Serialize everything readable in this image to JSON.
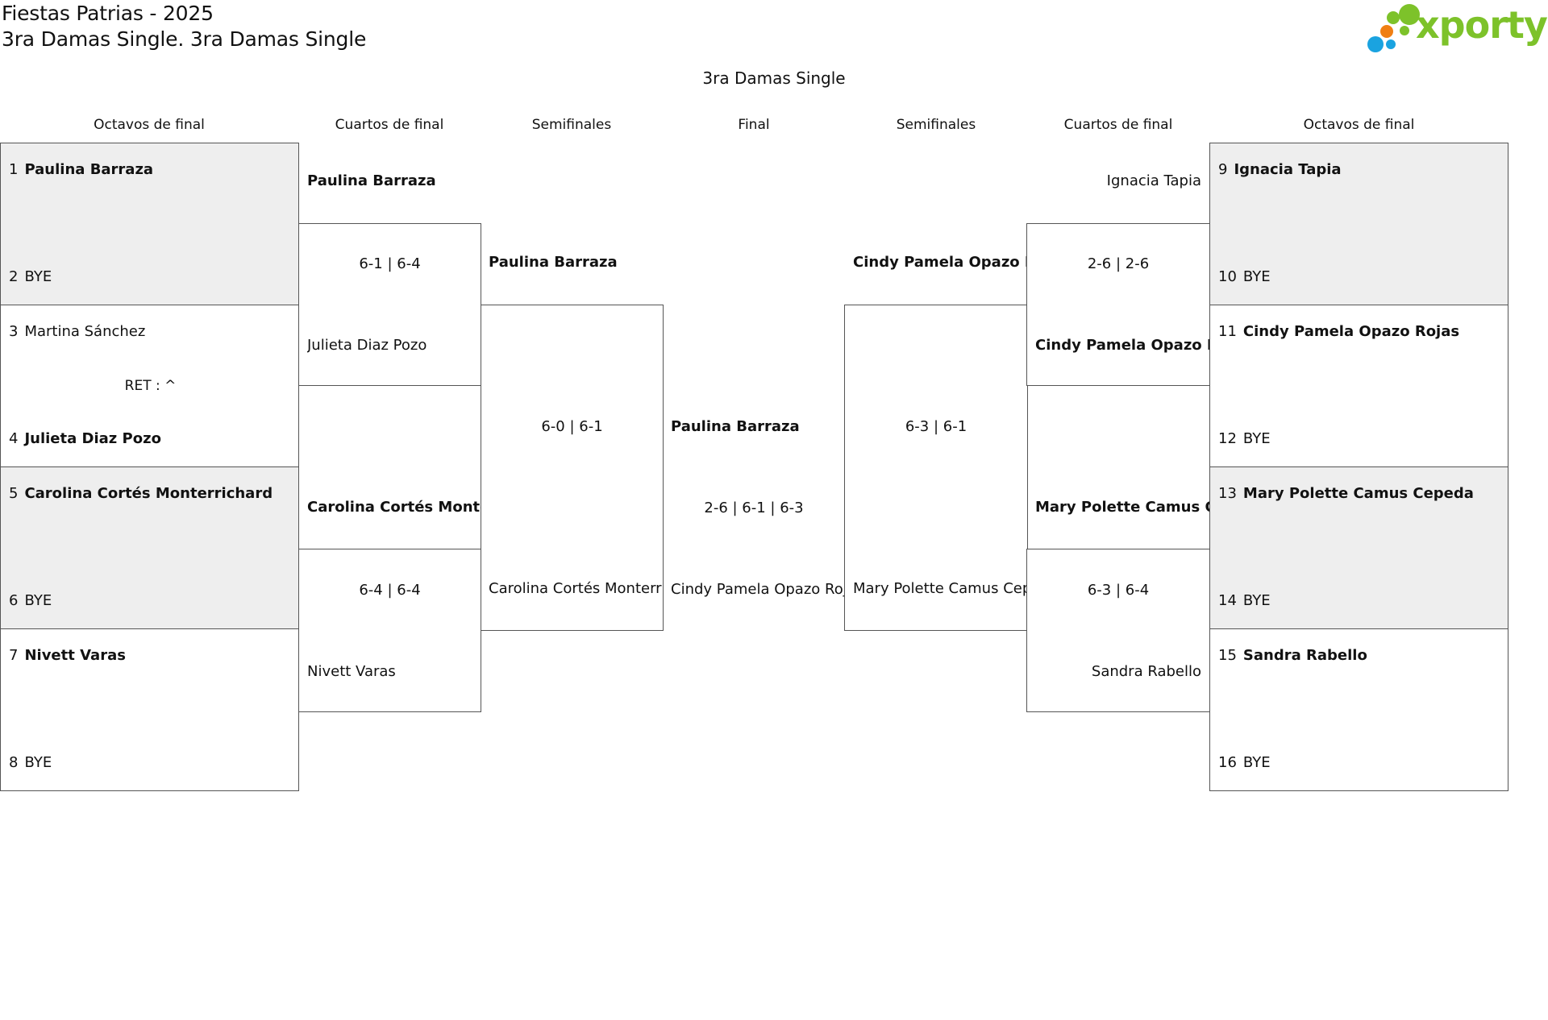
{
  "header": {
    "event_title": "Fiestas Patrias - 2025",
    "category_title": "3ra Damas Single. 3ra Damas Single",
    "logo_text": "xporty",
    "draw_title": "3ra Damas Single"
  },
  "rounds": {
    "r16_left": "Octavos de final",
    "qf_left": "Cuartos de final",
    "sf_left": "Semifinales",
    "final": "Final",
    "sf_right": "Semifinales",
    "qf_right": "Cuartos de final",
    "r16_right": "Octavos de final"
  },
  "left": {
    "r16": [
      {
        "seed": "1",
        "name": "Paulina Barraza"
      },
      {
        "seed": "2",
        "name": "BYE"
      },
      {
        "seed": "3",
        "name": "Martina Sánchez"
      },
      {
        "seed": "4",
        "name": "Julieta Diaz Pozo"
      },
      {
        "seed": "5",
        "name": "Carolina Cortés Monterrichard"
      },
      {
        "seed": "6",
        "name": "BYE"
      },
      {
        "seed": "7",
        "name": "Nivett Varas"
      },
      {
        "seed": "8",
        "name": "BYE"
      }
    ],
    "ret_note": "RET : ^",
    "qf": [
      {
        "top": "Paulina Barraza",
        "score": "6-1 | 6-4",
        "bottom": "Julieta Diaz Pozo"
      },
      {
        "top": "Carolina Cortés Monterrichard",
        "score": "6-4 | 6-4",
        "bottom": "Nivett Varas"
      }
    ],
    "sf": {
      "top": "Paulina Barraza",
      "score": "6-0 | 6-1",
      "bottom": "Carolina Cortés Monterrichard"
    }
  },
  "final": {
    "top": "Paulina Barraza",
    "score": "2-6 | 6-1 | 6-3",
    "bottom": "Cindy Pamela Opazo Rojas"
  },
  "right": {
    "r16": [
      {
        "seed": "9",
        "name": "Ignacia Tapia"
      },
      {
        "seed": "10",
        "name": "BYE"
      },
      {
        "seed": "11",
        "name": "Cindy Pamela Opazo Rojas"
      },
      {
        "seed": "12",
        "name": "BYE"
      },
      {
        "seed": "13",
        "name": "Mary Polette Camus Cepeda"
      },
      {
        "seed": "14",
        "name": "BYE"
      },
      {
        "seed": "15",
        "name": "Sandra Rabello"
      },
      {
        "seed": "16",
        "name": "BYE"
      }
    ],
    "qf": [
      {
        "top": "Ignacia Tapia",
        "score": "2-6 | 2-6",
        "bottom": "Cindy Pamela Opazo Rojas"
      },
      {
        "top": "Mary Polette Camus Cepeda",
        "score": "6-3 | 6-4",
        "bottom": "Sandra Rabello"
      }
    ],
    "sf": {
      "top": "Cindy Pamela Opazo Rojas",
      "score": "6-3 | 6-1",
      "bottom": "Mary Polette Camus Cepeda"
    }
  },
  "colors": {
    "logo_green": "#7dc22a",
    "dot_blue": "#1aa3e0",
    "dot_orange": "#f07f13",
    "shade": "#eeeeee",
    "border": "#555555"
  }
}
